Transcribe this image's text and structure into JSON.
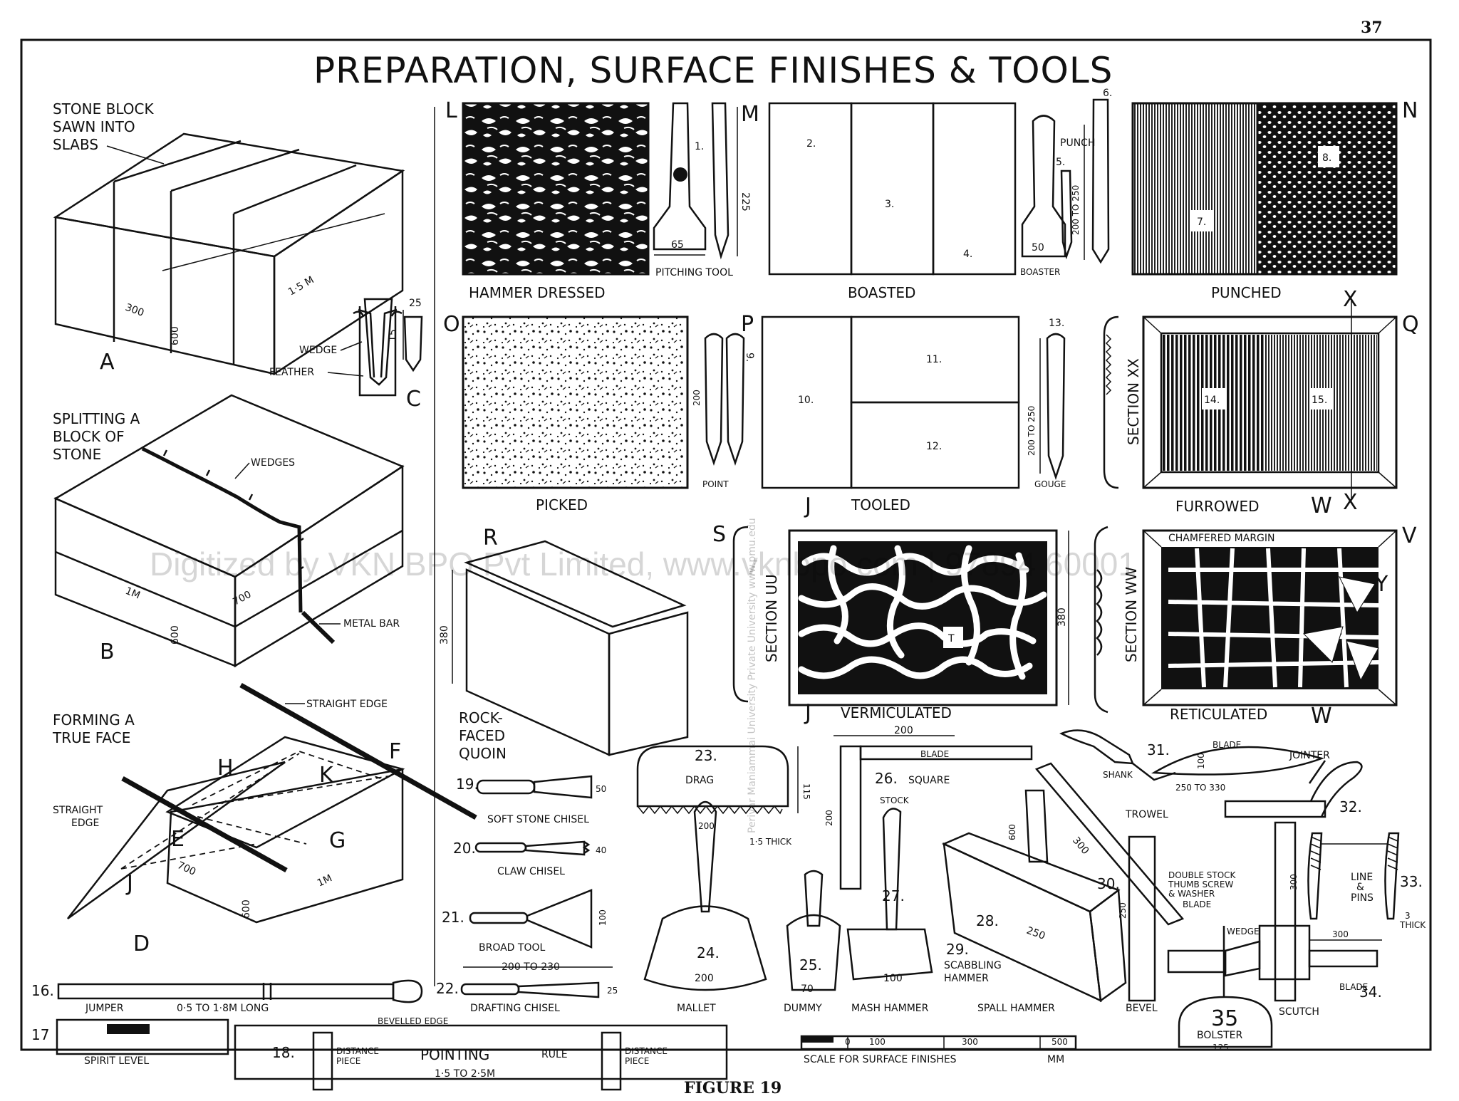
{
  "page_number": "37",
  "title": "PREPARATION, SURFACE FINISHES & TOOLS",
  "figure_caption": "FIGURE 19",
  "watermark": "Digitized by VKN BPO Pvt Limited, www.vknbpo.com | 97894 60001",
  "side_watermark": "Periyar Maniammai University Private University www.pmu.edu",
  "stone_block": {
    "caption": [
      "STONE BLOCK",
      "SAWN INTO",
      "SLABS"
    ],
    "letter": "A",
    "dims": [
      "300",
      "600",
      "1·5 M"
    ]
  },
  "wedge_feather": {
    "wedge": "WEDGE",
    "feather": "FEATHER",
    "letter": "C",
    "dims": [
      "25",
      "15"
    ]
  },
  "splitting": {
    "caption": [
      "SPLITTING A",
      "BLOCK OF",
      "STONE"
    ],
    "wedges": "WEDGES",
    "metal_bar": "METAL BAR",
    "letter": "B",
    "dims": [
      "1M",
      "700",
      "600"
    ]
  },
  "true_face": {
    "caption": [
      "FORMING A",
      "TRUE FACE"
    ],
    "straight_edge_top": "STRAIGHT EDGE",
    "straight_edge_left": [
      "STRAIGHT",
      "EDGE"
    ],
    "letters": [
      "H",
      "K",
      "F",
      "E",
      "G",
      "J",
      "D"
    ],
    "dims": [
      "700",
      "1M",
      "600"
    ]
  },
  "finishes": {
    "L": {
      "letter": "L",
      "label": "HAMMER DRESSED"
    },
    "M": {
      "letter": "M",
      "label": "PITCHING TOOL",
      "tool_num": "1.",
      "dims": [
        "65",
        "225"
      ]
    },
    "boasted": {
      "label": "BOASTED",
      "nums": [
        "2.",
        "3.",
        "4."
      ]
    },
    "boaster": {
      "label": "BOASTER",
      "punch": "PUNCH",
      "nums": [
        "5.",
        "6."
      ],
      "dims": [
        "50",
        "200 TO 250"
      ]
    },
    "N": {
      "letter": "N",
      "label": "PUNCHED",
      "nums": [
        "7.",
        "8."
      ]
    },
    "O": {
      "letter": "O",
      "label": "PICKED"
    },
    "point": {
      "label": "POINT",
      "num": "9.",
      "dim": "200"
    },
    "P": {
      "letter": "P",
      "label": "TOOLED",
      "nums": [
        "10.",
        "11.",
        "12."
      ]
    },
    "gouge": {
      "label": "GOUGE",
      "num": "13.",
      "dim": "200 TO 250"
    },
    "Q": {
      "letter": "Q",
      "label": "FURROWED",
      "section": "SECTION XX",
      "nums": [
        "14.",
        "15."
      ],
      "x": "X"
    },
    "R": {
      "letter": "R",
      "label": [
        "ROCK-",
        "FACED",
        "QUOIN"
      ],
      "dim": "380"
    },
    "S": {
      "letter": "S",
      "label": "VERMICULATED",
      "section": "SECTION UU",
      "j": "J",
      "dim": "380",
      "num": "T"
    },
    "V": {
      "letter": "V",
      "label": "RETICULATED",
      "section": "SECTION WW",
      "chamfer": "CHAMFERED MARGIN",
      "w": "W",
      "y": "Y"
    }
  },
  "tools": {
    "t16": {
      "num": "16.",
      "label": "JUMPER",
      "range": "0·5  TO 1·8M LONG"
    },
    "t17": {
      "num": "17",
      "label": "SPIRIT LEVEL"
    },
    "t18": {
      "num": "18.",
      "bevelled": "BEVELLED EDGE",
      "distance": [
        "DISTANCE",
        "PIECE"
      ],
      "pointing": "POINTING",
      "rule": "RULE",
      "range": "1·5   TO 2·5M"
    },
    "t19": {
      "num": "19.",
      "label": "SOFT STONE CHISEL",
      "dim": "50"
    },
    "t20": {
      "num": "20.",
      "label": "CLAW CHISEL",
      "dim": "40"
    },
    "t21": {
      "num": "21.",
      "label": "BROAD TOOL",
      "dim": "100"
    },
    "t22": {
      "num": "22.",
      "label": "DRAFTING CHISEL",
      "range": "200 TO 230",
      "dim": "25"
    },
    "t23": {
      "num": "23.",
      "label": "DRAG",
      "dims": [
        "200",
        "115",
        "1·5 THICK"
      ]
    },
    "t24": {
      "num": "24.",
      "label": "MALLET",
      "dim": "200"
    },
    "t25": {
      "num": "25.",
      "label": "DUMMY",
      "dim": "70"
    },
    "t26": {
      "num": "26.",
      "label": "SQUARE",
      "blade": "BLADE",
      "stock": "STOCK",
      "dims": [
        "200",
        "200"
      ]
    },
    "t27": {
      "num": "27.",
      "label": "MASH HAMMER",
      "dim": "100"
    },
    "t28": {
      "num": "28.",
      "label": "SPALL HAMMER",
      "dims": [
        "600",
        "250"
      ]
    },
    "t29": {
      "num": "29.",
      "label": [
        "SCABBLING",
        "HAMMER"
      ]
    },
    "t30": {
      "num": "30.",
      "label": "BEVEL",
      "double": [
        "DOUBLE STOCK",
        "THUMB SCREW",
        "& WASHER"
      ],
      "blade": "BLADE",
      "dims": [
        "300",
        "250"
      ]
    },
    "t31": {
      "num": "31.",
      "label": "TROWEL",
      "shank": "SHANK",
      "blade": "BLADE",
      "dims": [
        "100",
        "250 TO 330"
      ]
    },
    "t32": {
      "num": "32.",
      "label": "JOINTER"
    },
    "t33": {
      "num": "33.",
      "label": [
        "LINE",
        "&",
        "PINS"
      ],
      "dims": [
        "300",
        "3",
        "THICK"
      ]
    },
    "t34": {
      "num": "34.",
      "label": "SCUTCH",
      "wedge": "WEDGE",
      "blade": "BLADE",
      "dim": "300"
    },
    "t35": {
      "num": "35",
      "label": "BOLSTER",
      "dim": "125"
    }
  },
  "scale": {
    "label": "SCALE FOR SURFACE FINISHES",
    "unit": "MM",
    "ticks": [
      "0",
      "100",
      "300",
      "500"
    ]
  }
}
